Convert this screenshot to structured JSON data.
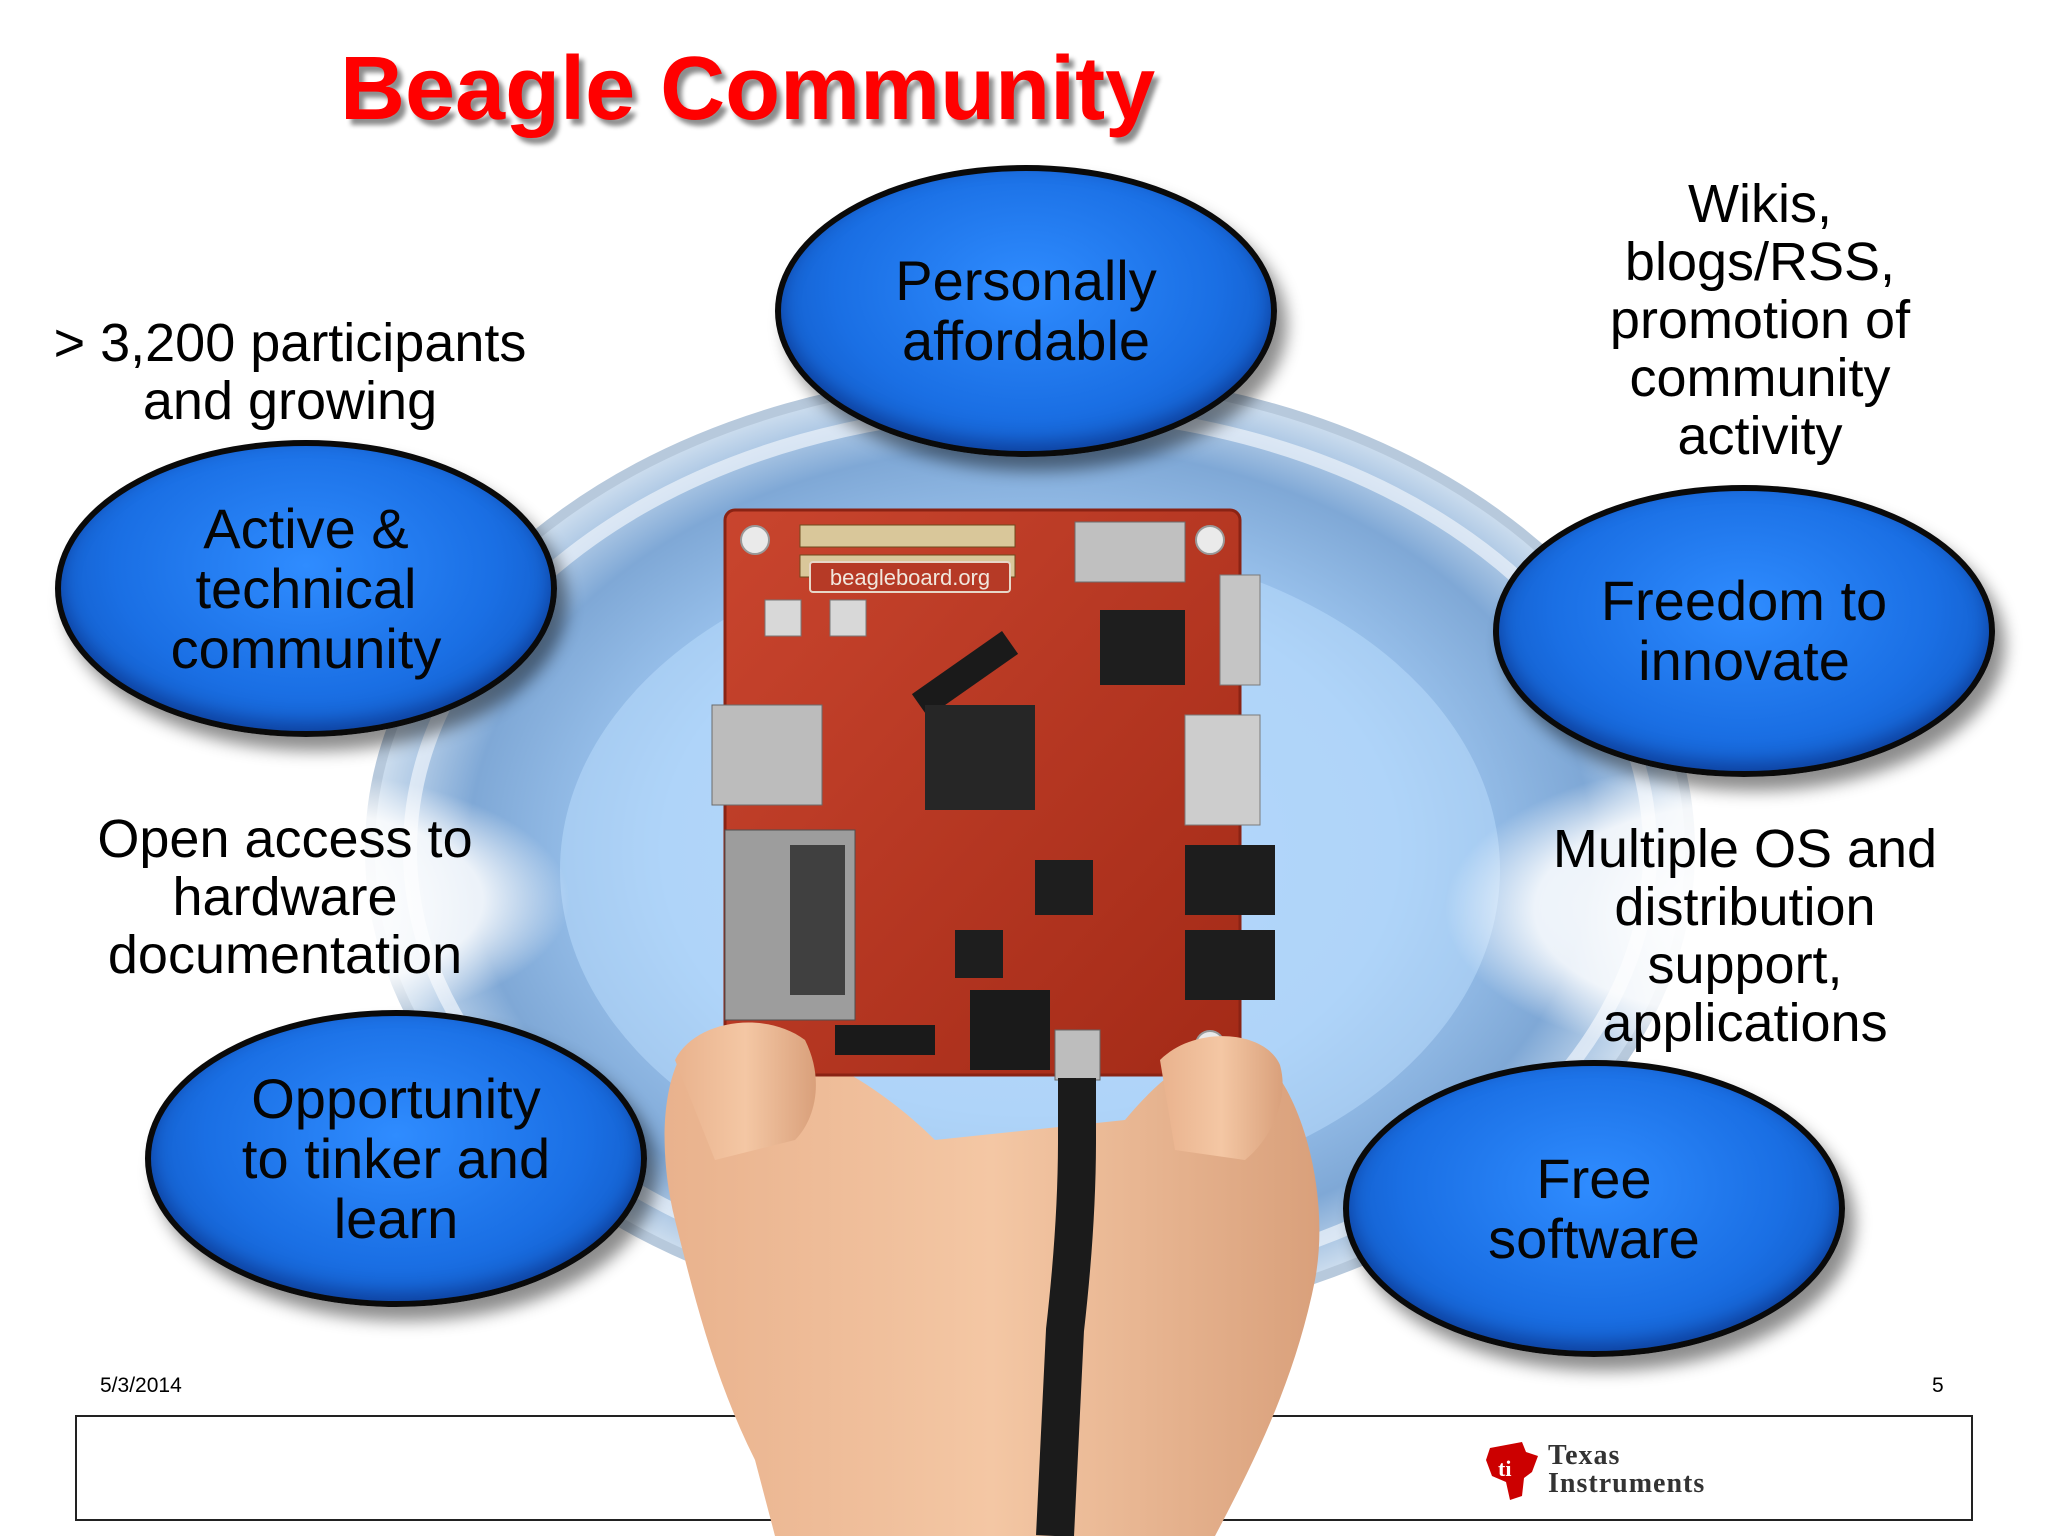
{
  "title": "Beagle Community",
  "ellipses": {
    "top": "Personally\naffordable",
    "left_upper": "Active &\ntechnical\ncommunity",
    "right_upper": "Freedom to\ninnovate",
    "left_lower": "Opportunity\nto tinker and\nlearn",
    "right_lower": "Free\nsoftware"
  },
  "captions": {
    "participants": "> 3,200 participants\nand growing",
    "wikis": "Wikis,\nblogs/RSS,\npromotion of\ncommunity\nactivity",
    "open_access": "Open access to\nhardware\ndocumentation",
    "multiple_os": "Multiple OS and\ndistribution\nsupport,\napplications"
  },
  "board": {
    "label": "beagleboard.org"
  },
  "footer": {
    "date": "5/3/2014",
    "page": "5",
    "company": "Texas\nInstruments"
  },
  "colors": {
    "title": "#ff0000",
    "ellipse": "#1a6fe4",
    "board": "#b8321e"
  }
}
